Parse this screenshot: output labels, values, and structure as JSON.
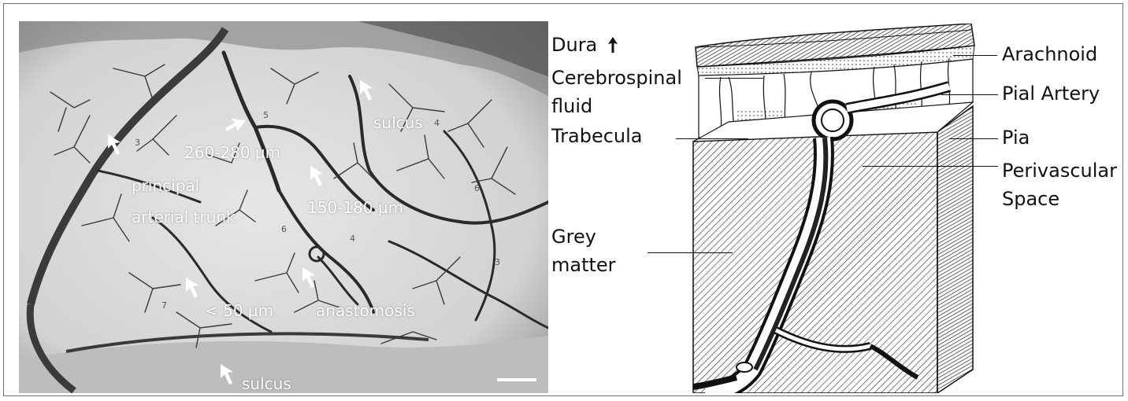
{
  "photo": {
    "labels": {
      "sulcus_top": "sulcus",
      "d260": "260-280 µm",
      "principal": "principal",
      "trunk": "arterial trunk",
      "d150": "150-180 µm",
      "d50": "< 50 µm",
      "anastomosis": "anastomosis",
      "sulcus_bottom": "sulcus"
    }
  },
  "drawing": {
    "labels": {
      "dura": "Dura",
      "csf1": "Cerebrospinal",
      "csf2": "fluid",
      "trabecula": "Trabecula",
      "grey1": "Grey",
      "grey2": "matter",
      "arachnoid": "Arachnoid",
      "pial_artery": "Pial Artery",
      "pia": "Pia",
      "perivascular1": "Perivascular",
      "perivascular2": "Space"
    }
  },
  "colors": {
    "label_dark": "#111111",
    "label_on_photo": "#ffffff",
    "photo_bg": "#d6d6d6",
    "vessel": "#2a2a2a"
  },
  "icons": [
    "arrow-icon",
    "up-arrow-icon",
    "scale-bar"
  ]
}
